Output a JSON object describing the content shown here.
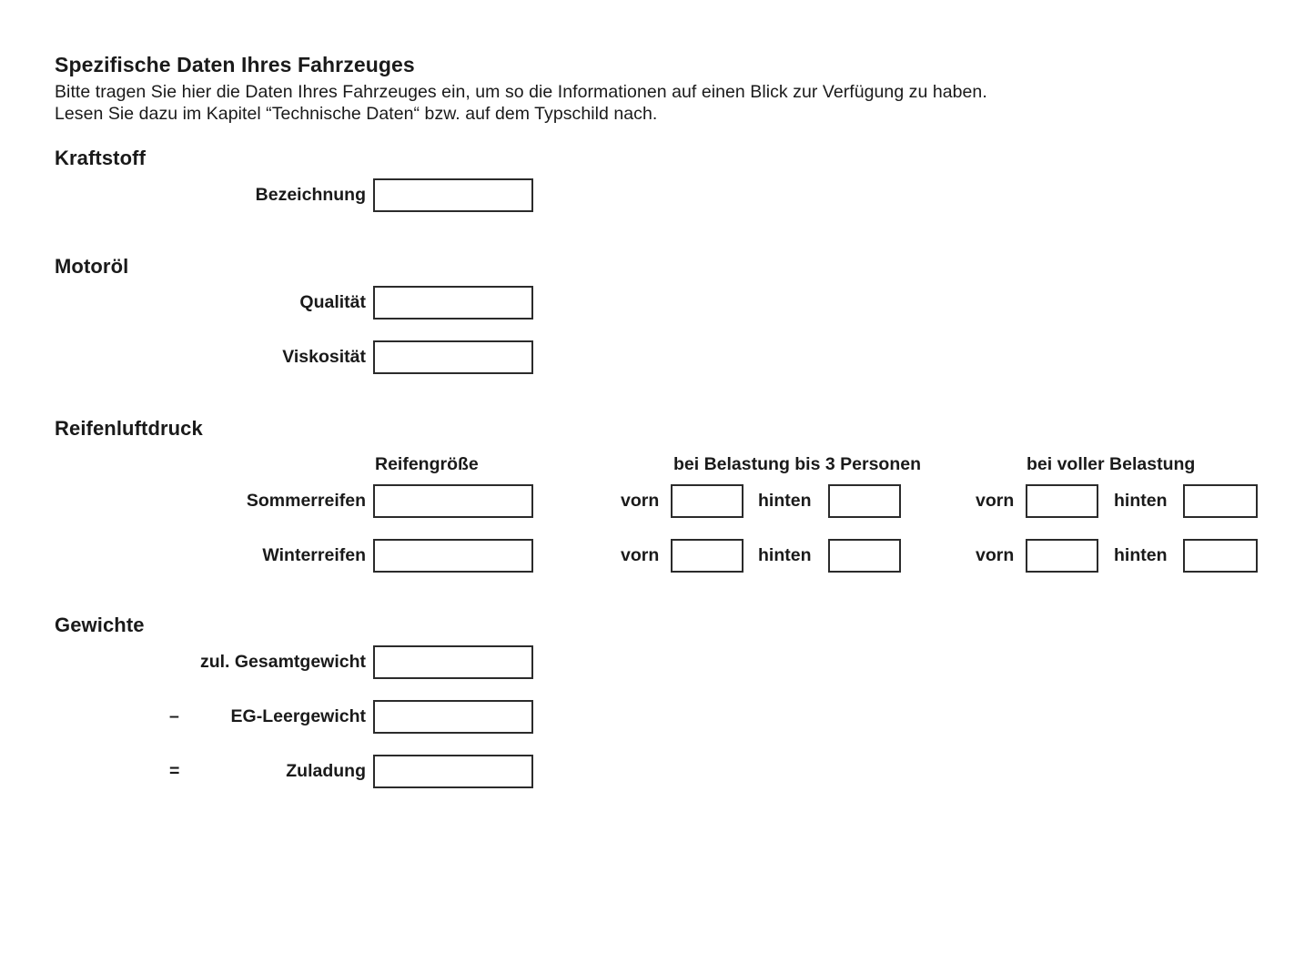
{
  "document": {
    "title": "Spezifische Daten Ihres Fahrzeuges",
    "intro_line_1": "Bitte tragen Sie hier die Daten Ihres Fahrzeuges ein, um so die Informationen auf einen Blick zur Verfügung zu haben.",
    "intro_line_2": "Lesen Sie dazu im Kapitel “Technische Daten“ bzw. auf dem Typschild nach.",
    "background_color": "#ffffff",
    "text_color": "#1a1a1a",
    "box_border_color": "#2b2b2b"
  },
  "sections": {
    "kraftstoff": {
      "heading": "Kraftstoff",
      "fields": [
        {
          "label": "Bezeichnung",
          "value": "",
          "placeholder": ""
        }
      ]
    },
    "motoroel": {
      "heading": "Motoröl",
      "fields": [
        {
          "label": "Qualität",
          "value": "",
          "placeholder": ""
        },
        {
          "label": "Viskosität",
          "value": "",
          "placeholder": ""
        }
      ]
    },
    "reifenluftdruck": {
      "heading": "Reifenluftdruck",
      "column_headers": {
        "size": "Reifengröße",
        "load_three": "bei Belastung bis 3 Personen",
        "load_full": "bei voller Belastung"
      },
      "position_labels": {
        "front": "vorn",
        "rear": "hinten"
      },
      "rows": [
        {
          "label": "Sommerreifen",
          "size_value": "",
          "load_three_front": "",
          "load_three_rear": "",
          "load_full_front": "",
          "load_full_rear": ""
        },
        {
          "label": "Winterreifen",
          "size_value": "",
          "load_three_front": "",
          "load_three_rear": "",
          "load_full_front": "",
          "load_full_rear": ""
        }
      ]
    },
    "gewichte": {
      "heading": "Gewichte",
      "fields": [
        {
          "sign": "",
          "label": "zul. Gesamtgewicht",
          "value": ""
        },
        {
          "sign": "–",
          "label": "EG-Leergewicht",
          "value": ""
        },
        {
          "sign": "=",
          "label": "Zuladung",
          "value": ""
        }
      ]
    }
  }
}
